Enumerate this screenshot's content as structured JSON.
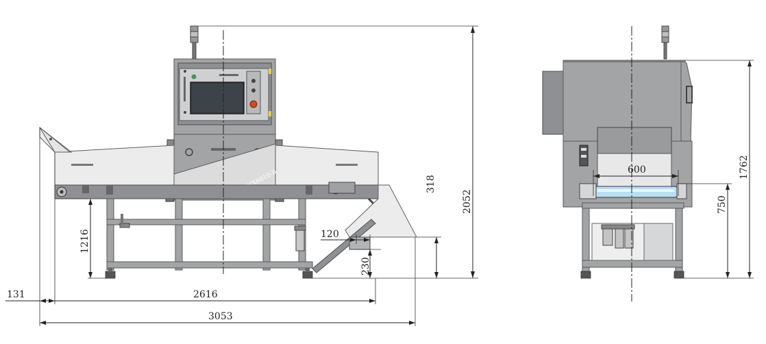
{
  "drawing": {
    "front_view": {
      "model_label": "UNX6010-B",
      "dimensions": {
        "overall_height": "2052",
        "conveyor_height": "1216",
        "right_height": "318",
        "right_step": "120",
        "outfeed_height": "230",
        "infeed_offset": "131",
        "frame_length": "2616",
        "overall_length": "3053"
      }
    },
    "side_view": {
      "dimensions": {
        "belt_width": "600",
        "belt_height": "750",
        "body_height": "1762"
      }
    }
  }
}
